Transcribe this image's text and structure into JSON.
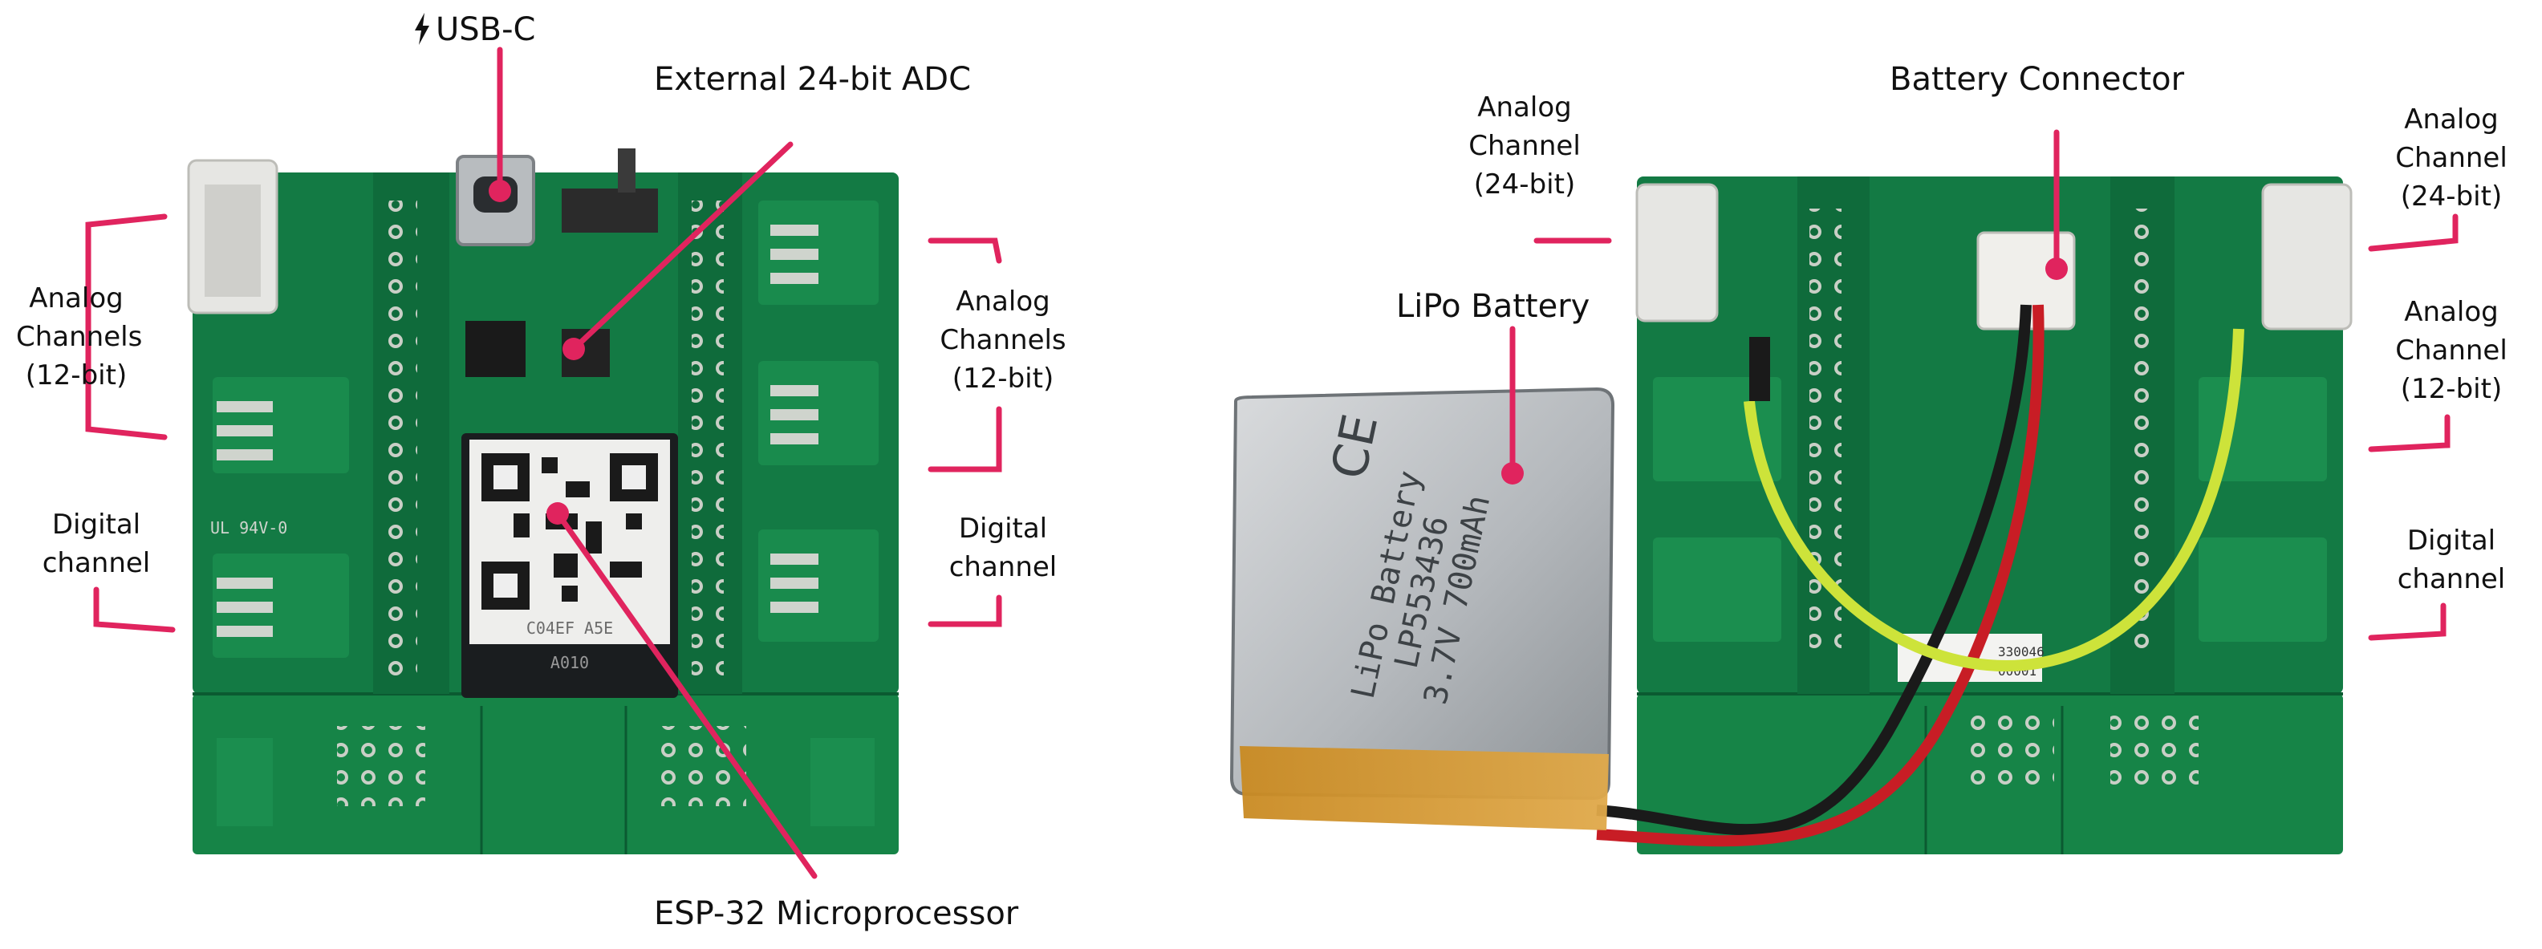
{
  "accent_color": "#e0245e",
  "board_color": "#147a45",
  "left_photo": {
    "labels": {
      "usb_c": "USB-C",
      "adc": "External 24-bit ADC",
      "analog_left": [
        "Analog",
        "Channels",
        "(12-bit)"
      ],
      "analog_right": [
        "Analog",
        "Channels",
        "(12-bit)"
      ],
      "digital_left": [
        "Digital",
        "channel"
      ],
      "digital_right": [
        "Digital",
        "channel"
      ],
      "esp32": "ESP-32 Microprocessor"
    },
    "module_marking": [
      "C04EF A5E",
      "A010"
    ],
    "silkscreen": "UL 94V-0"
  },
  "right_photo": {
    "labels": {
      "battery_connector": "Battery Connector",
      "lipo_battery": "LiPo Battery",
      "analog_24_left": [
        "Analog",
        "Channel",
        "(24-bit)"
      ],
      "analog_24_right": [
        "Analog",
        "Channel",
        "(24-bit)"
      ],
      "analog_12_right": [
        "Analog",
        "Channel",
        "(12-bit)"
      ],
      "digital_right": [
        "Digital",
        "channel"
      ]
    },
    "battery_marking": [
      "LiPo Battery",
      "LP553436",
      "3.7V 700mAh"
    ],
    "sticker": [
      "330046",
      "00001"
    ]
  }
}
